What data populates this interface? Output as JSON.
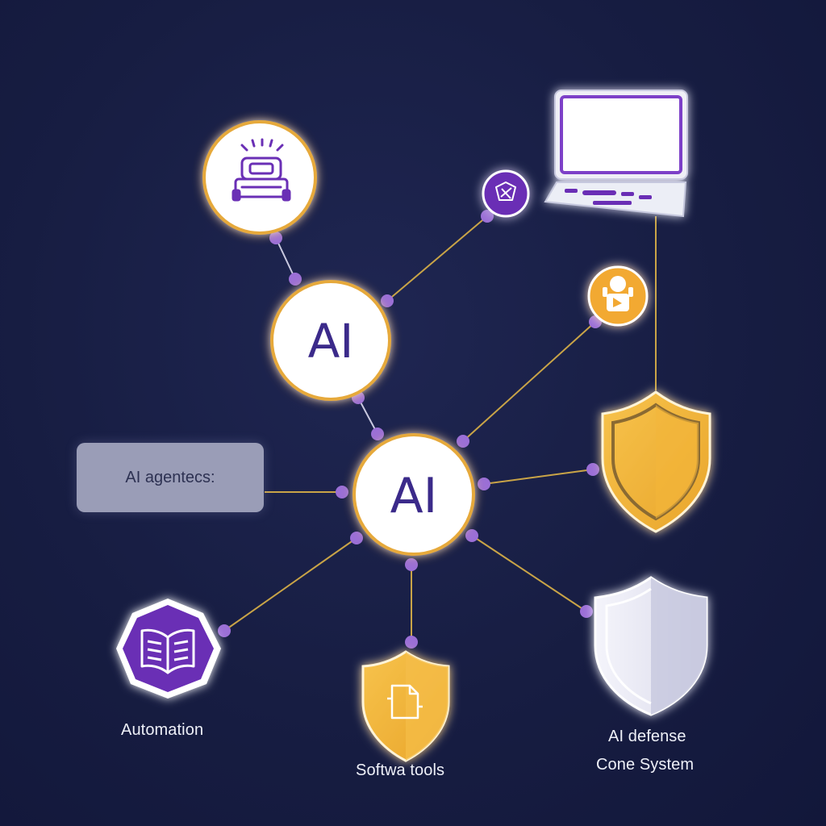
{
  "nodes": {
    "hub_upper": {
      "label": "AI"
    },
    "hub_center": {
      "label": "AI"
    }
  },
  "input_box": {
    "text": "AI agentecs:"
  },
  "captions": {
    "automation": "Automation",
    "software_tools": "Softwa tools",
    "defense_line1": "AI defense",
    "defense_line2": "Cone System"
  },
  "icons": [
    "robot-icon",
    "cube-icon",
    "computer-icon",
    "support-agent-icon",
    "gold-shield-icon",
    "book-icon",
    "document-shield-icon",
    "silver-shield-icon"
  ],
  "colors": {
    "background": "#171d42",
    "accent_purple": "#6a2fb5",
    "accent_gold": "#f2b23a",
    "connector_line": "#c9a447",
    "connector_dot": "#9b6fd6",
    "hub_text": "#3b2a8a"
  }
}
